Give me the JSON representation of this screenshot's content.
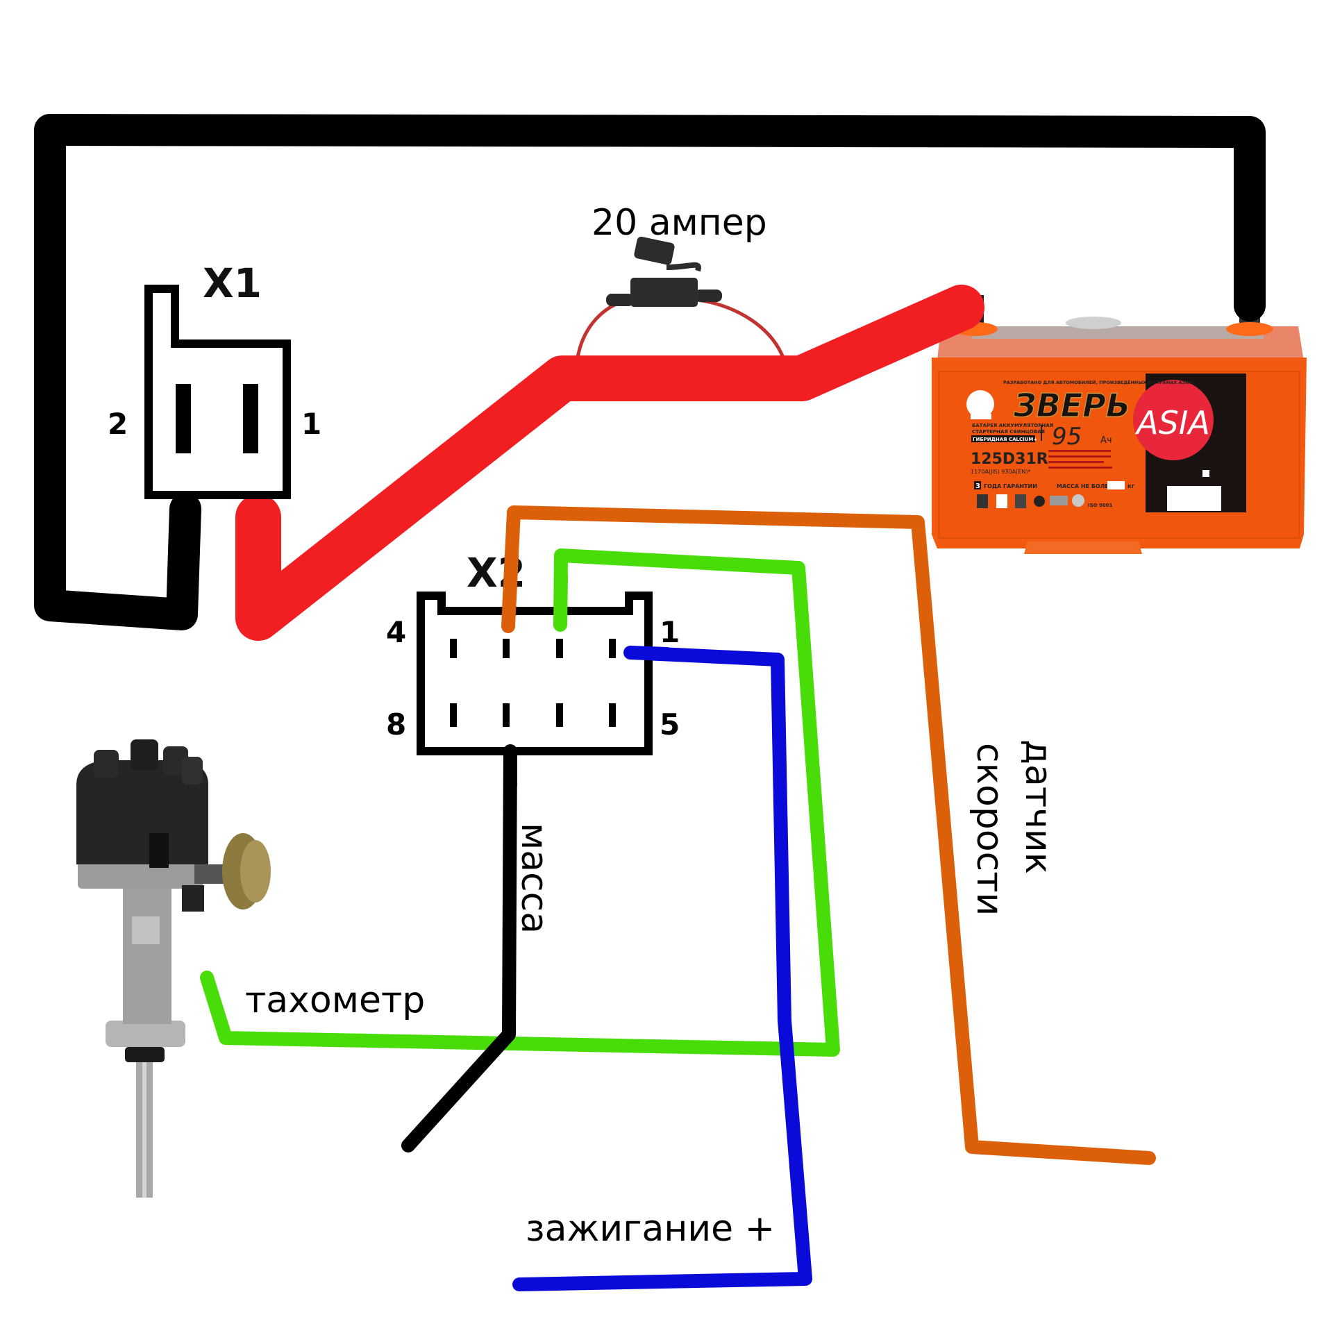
{
  "title": "Wiring diagram: X1 / X2 connectors, battery, distributor",
  "colors": {
    "background": "#ffffff",
    "wire_black": "#000000",
    "wire_red": "#f11e22",
    "wire_orange": "#dc600a",
    "wire_green": "#48dd08",
    "wire_blue": "#0a0ad9",
    "fuse_wire": "#c2332f",
    "battery_body": "#f25a12",
    "battery_label_red": "#e8283a"
  },
  "labels": {
    "fuse": "20 ампер",
    "tachometer": "тахометр",
    "ground": "масса",
    "ignition": "зажигание +",
    "speed_sensor_line1": "датчик",
    "speed_sensor_line2": "скорости"
  },
  "connectors": {
    "x1": {
      "name": "X1",
      "pin_left": "2",
      "pin_right": "1"
    },
    "x2": {
      "name": "X2",
      "pin_top_left": "4",
      "pin_top_right": "1",
      "pin_bottom_left": "8",
      "pin_bottom_right": "5"
    }
  },
  "battery": {
    "brand": "ЗВЕРЬ",
    "series": "ASIA",
    "capacity_value": "95",
    "capacity_unit": "Ач",
    "model": "125D31R",
    "cca": "1170A(JIS)    930A(EN)*",
    "type_line1": "БАТАРЕЯ АККУМУЛЯТОРНАЯ",
    "type_line2": "СТАРТЕРНАЯ СВИНЦОВАЯ",
    "type_line3": "ГИБРИДНАЯ CALCIUM+",
    "top_note": "РАЗРАБОТАНО ДЛЯ АВТОМОБИЛЕЙ, ПРОИЗВЕДЁННЫХ В СТРАНАХ АЗИИ",
    "warranty_num": "3",
    "warranty_text": "ГОДА ГАРАНТИИ",
    "mass_text": "МАССА НЕ БОЛЕЕ",
    "mass_unit": "КГ",
    "standard": "ISO 9001"
  },
  "wires": [
    {
      "id": "black-power-loop",
      "color": "black",
      "from": "battery-negative",
      "to": "x1-pin-2"
    },
    {
      "id": "red-power",
      "color": "red",
      "from": "battery-positive",
      "to": "x1-pin-1",
      "fuse": "20 ампер"
    },
    {
      "id": "orange-speed-sensor",
      "color": "orange",
      "from": "x2-pin-3",
      "to": "speed-sensor"
    },
    {
      "id": "green-tachometer",
      "color": "green",
      "from": "x2-pin-2",
      "to": "distributor"
    },
    {
      "id": "blue-ignition",
      "color": "blue",
      "from": "x2-pin-1",
      "to": "ignition+"
    },
    {
      "id": "black-ground",
      "color": "black",
      "from": "x2-pin-7",
      "to": "ground"
    }
  ]
}
